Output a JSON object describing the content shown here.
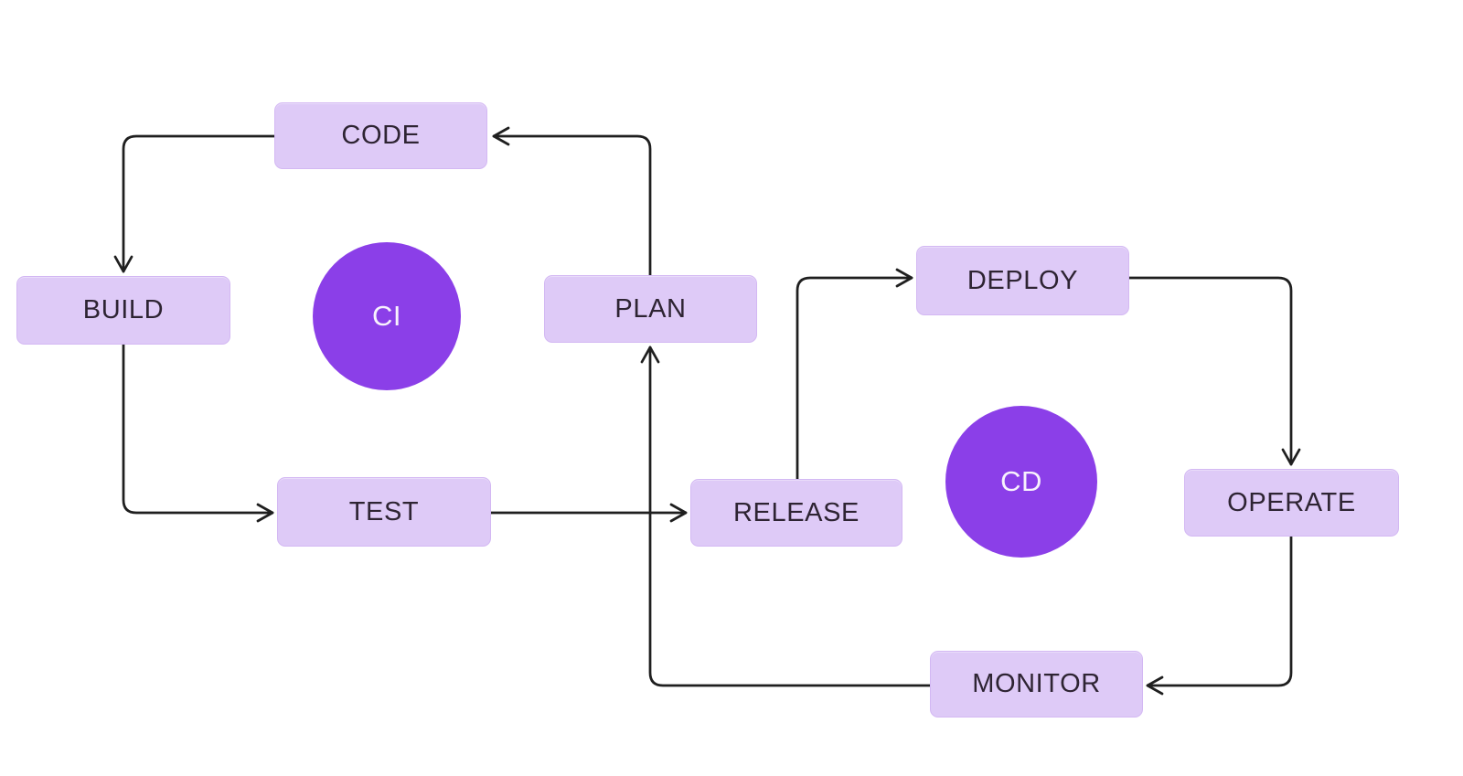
{
  "diagram_type": "devops-ci-cd-pipeline",
  "nodes": {
    "code": {
      "label": "CODE"
    },
    "build": {
      "label": "BUILD"
    },
    "test": {
      "label": "TEST"
    },
    "plan": {
      "label": "PLAN"
    },
    "release": {
      "label": "RELEASE"
    },
    "deploy": {
      "label": "DEPLOY"
    },
    "operate": {
      "label": "OPERATE"
    },
    "monitor": {
      "label": "MONITOR"
    },
    "ci": {
      "label": "CI"
    },
    "cd": {
      "label": "CD"
    }
  },
  "edges": [
    {
      "from": "PLAN",
      "to": "CODE"
    },
    {
      "from": "CODE",
      "to": "BUILD"
    },
    {
      "from": "BUILD",
      "to": "TEST"
    },
    {
      "from": "TEST",
      "to": "RELEASE"
    },
    {
      "from": "RELEASE",
      "to": "DEPLOY"
    },
    {
      "from": "DEPLOY",
      "to": "OPERATE"
    },
    {
      "from": "OPERATE",
      "to": "MONITOR"
    },
    {
      "from": "MONITOR",
      "to": "PLAN"
    }
  ],
  "colors": {
    "background": "#ffffff",
    "node_fill": "#decaf7",
    "node_border": "#d3b8f3",
    "node_text": "#2e2433",
    "circle_fill": "#8b3fe8",
    "circle_text": "#f8f2fd",
    "arrow": "#1f1f1f"
  }
}
